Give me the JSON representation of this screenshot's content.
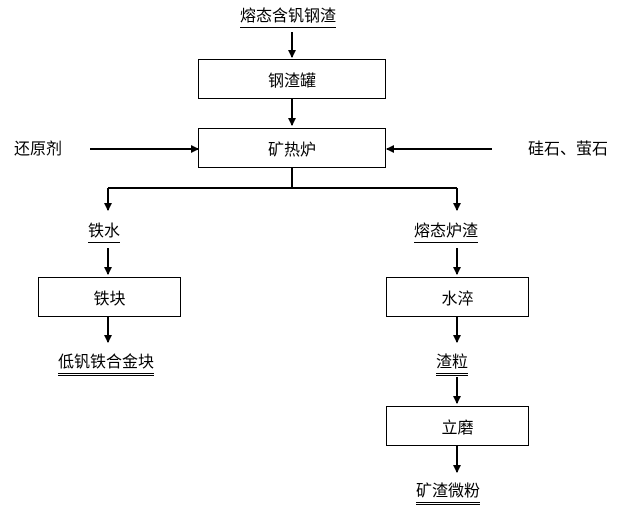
{
  "nodes": {
    "input_slag": "熔态含钒钢渣",
    "slag_ladle": "钢渣罐",
    "reducing_agent": "还原剂",
    "mineral_furnace": "矿热炉",
    "silica_fluorite": "硅石、萤石",
    "molten_iron": "铁水",
    "iron_block": "铁块",
    "alloy_block": "低钒铁合金块",
    "molten_furnace_slag": "熔态炉渣",
    "water_quench": "水淬",
    "slag_granules": "渣粒",
    "vertical_mill": "立磨",
    "slag_powder": "矿渣微粉"
  }
}
